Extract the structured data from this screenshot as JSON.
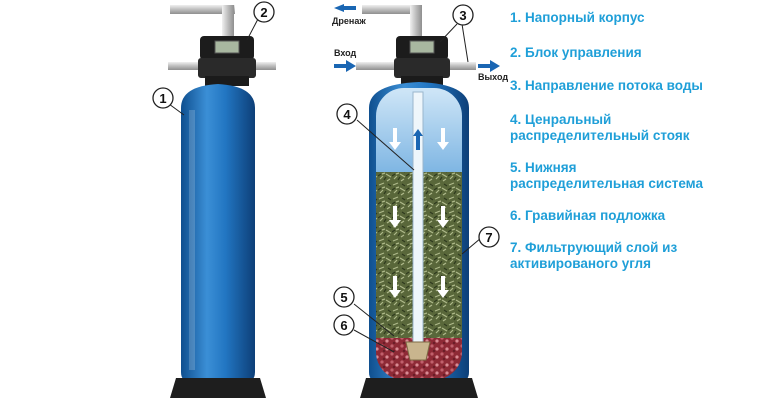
{
  "flow_labels": {
    "drain": "Дренаж",
    "inlet": "Вход",
    "outlet": "Выход"
  },
  "callouts": [
    "1",
    "2",
    "3",
    "4",
    "5",
    "6",
    "7"
  ],
  "legend": [
    "1. Напорный корпус",
    "2. Блок управления",
    "3. Направление потока воды",
    "4. Ценральный\nраспределительный стояк",
    "5. Нижняя\nраспределительная система",
    "6. Гравийная подложка",
    "7. Фильтрующий слой из\nактивированого угля"
  ],
  "colors": {
    "tank_blue": "#1e6fb8",
    "legend_text": "#1f9fd8",
    "arrow_blue": "#1a66b3",
    "carbon_bed": "#5a6b3c",
    "gravel": "#9b2f3c"
  }
}
